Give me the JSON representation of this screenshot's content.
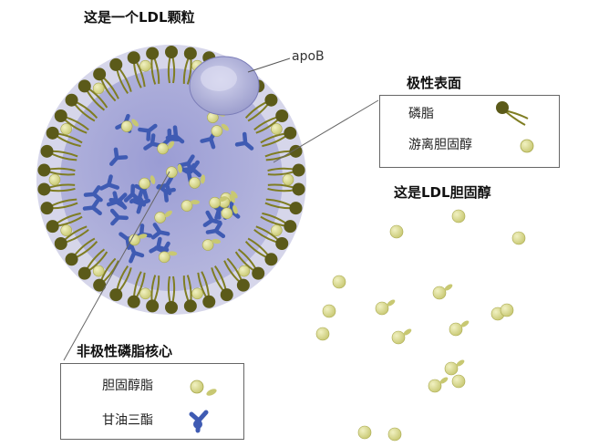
{
  "title": "这是一个LDL颗粒",
  "apob_label": "apoB",
  "surface": {
    "heading": "极性表面",
    "items": [
      "磷脂",
      "游离胆固醇"
    ]
  },
  "free_chol_heading": "这是LDL胆固醇",
  "core": {
    "heading": "非极性磷脂核心",
    "items": [
      "胆固醇脂",
      "甘油三酯"
    ]
  },
  "colors": {
    "shell": "#c5c5e3",
    "shell_dark": "#8d8fc7",
    "triglyceride": "#3f5bb3",
    "phospholipid_head": "#5b5a19",
    "phospholipid_tail": "#7f7d22",
    "cholesterol": "#d8d88c",
    "cholesterol_edge": "#a8a84c"
  }
}
